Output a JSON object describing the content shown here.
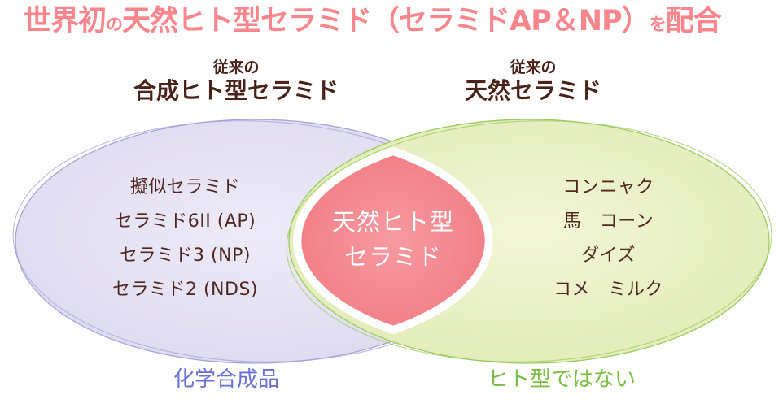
{
  "title": {
    "color": "#f8868c",
    "segments": [
      {
        "text": "世界初",
        "size": "large"
      },
      {
        "text": "の",
        "size": "small"
      },
      {
        "text": "天然ヒト型セラミド（セラミドAP＆NP）",
        "size": "large"
      },
      {
        "text": "を",
        "size": "small"
      },
      {
        "text": "配合",
        "size": "large"
      }
    ]
  },
  "venn": {
    "heading_color": "#4a241a",
    "item_color": "#50281f",
    "left": {
      "subtitle": "従来の",
      "heading": "合成ヒト型セラミド",
      "items": [
        "擬似セラミド",
        "セラミド6II (AP)",
        "セラミド3 (NP)",
        "セラミド2 (NDS)"
      ],
      "footer": "化学合成品",
      "footer_color": "#6a6fd4",
      "fill_inner": "#edebf8",
      "fill_edge": "#dcd8ee",
      "border_color": "#a3a3d9"
    },
    "right": {
      "subtitle": "従来の",
      "heading": "天然セラミド",
      "items": [
        "コンニャク",
        "馬　コーン",
        "ダイズ",
        "コメ　ミルク"
      ],
      "footer": "ヒト型ではない",
      "footer_color": "#7cbe45",
      "fill_inner": "#f2f6d8",
      "fill_edge": "#dfeab2",
      "border_color": "#9cc95e"
    },
    "center": {
      "lines": [
        "天然ヒト型",
        "セラミド"
      ],
      "text_color": "#ffffff",
      "fill_inner": "#f79aa1",
      "fill_edge": "#f0757e",
      "border_color": "#ffffff"
    }
  }
}
